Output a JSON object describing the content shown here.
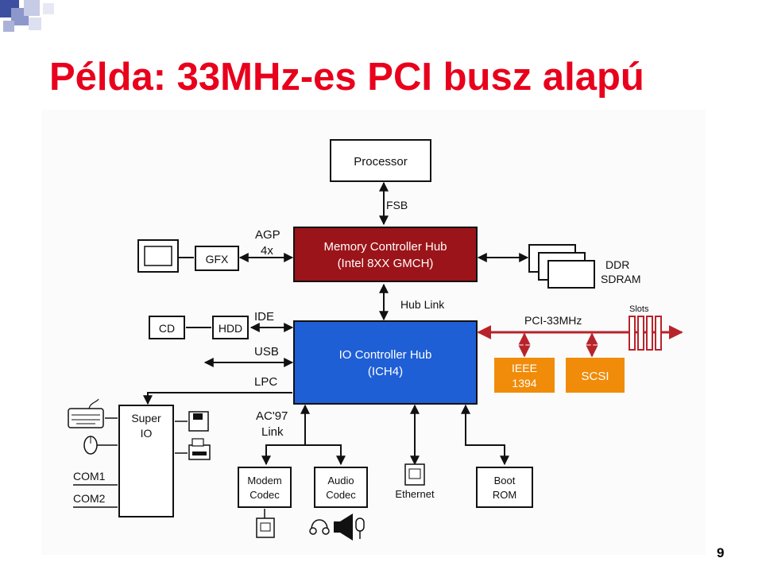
{
  "slide": {
    "title": "Példa: 33MHz-es PCI busz alapú platform",
    "page_number": "9"
  },
  "diagram": {
    "processor": "Processor",
    "fsb": "FSB",
    "agp_line1": "AGP",
    "agp_line2": "4x",
    "mch_line1": "Memory Controller Hub",
    "mch_line2": "(Intel 8XX GMCH)",
    "gfx": "GFX",
    "ddr_line1": "DDR",
    "ddr_line2": "SDRAM",
    "hub_link": "Hub Link",
    "cd": "CD",
    "hdd": "HDD",
    "ide": "IDE",
    "usb": "USB",
    "lpc": "LPC",
    "ich_line1": "IO Controller Hub",
    "ich_line2": "(ICH4)",
    "pci": "PCI-33MHz",
    "slots": "Slots",
    "ieee_line1": "IEEE",
    "ieee_line2": "1394",
    "scsi": "SCSI",
    "superio_line1": "Super",
    "superio_line2": "IO",
    "ac97_line1": "AC'97",
    "ac97_line2": "Link",
    "com1": "COM1",
    "com2": "COM2",
    "modem_line1": "Modem",
    "modem_line2": "Codec",
    "audio_line1": "Audio",
    "audio_line2": "Codec",
    "ethernet": "Ethernet",
    "boot_line1": "Boot",
    "boot_line2": "ROM",
    "colors": {
      "mch": "#9b1419",
      "ich": "#1f5fd6",
      "orange": "#f08c0a",
      "pci": "#b8232a",
      "title": "#e8001c"
    }
  }
}
